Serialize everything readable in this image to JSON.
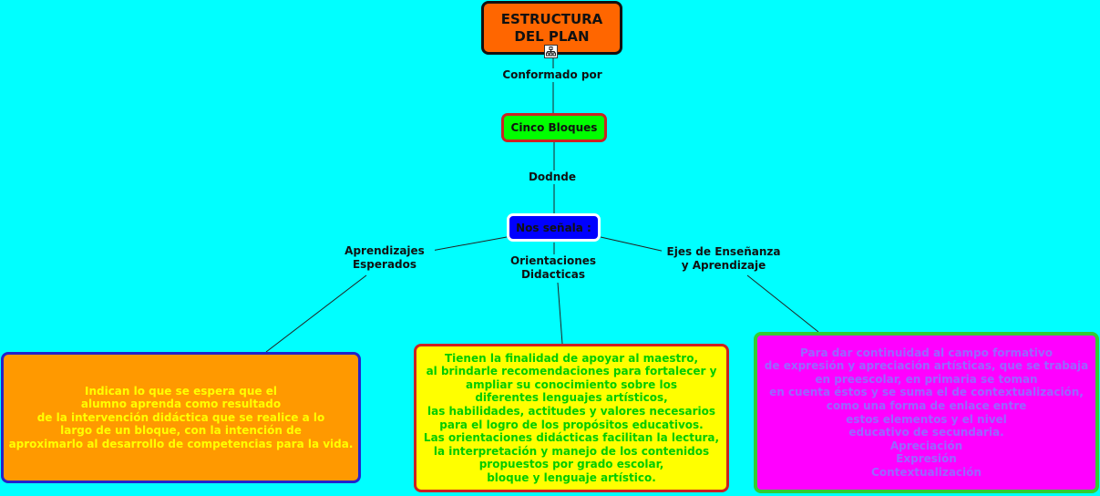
{
  "root": {
    "title": "ESTRUCTURA\nDEL PLAN"
  },
  "links": {
    "conformado": "Conformado por",
    "dodnde": "Dodnde",
    "aprendizajes": "Aprendizajes\nEsperados",
    "orientaciones": "Orientaciones\nDidacticas",
    "ejes": "Ejes de Enseñanza\ny Aprendizaje"
  },
  "nodes": {
    "cinco_bloques": "Cinco Bloques",
    "nos_senala": "Nos señala :",
    "aprendizajes_text": "Indican lo que se espera que el\nalumno aprenda como resultado\nde la intervención didáctica que se realice a lo\nlargo de un bloque, con la intención de\naproximarlo al desarrollo de competencias para la vida.",
    "orientaciones_text": "Tienen la finalidad de apoyar al maestro,\nal brindarle recomendaciones para fortalecer y\nampliar su conocimiento sobre los\ndiferentes lenguajes artísticos,\nlas habilidades, actitudes y valores necesarios\npara el logro de los propósitos educativos.\nLas orientaciones didácticas facilitan la lectura,\nla interpretación y manejo de los contenidos\npropuestos por grado escolar,\nbloque y lenguaje artístico.",
    "ejes_text": "Para dar continuidad al campo formativo\nde expresión y apreciación artísticas, que se trabaja\nen preescolar, en primaria se toman\nen cuenta éstos y se suma el de contextualización,\ncomo una forma de enlace entre\nestos elementos y el nivel\neducativo de secundaria.\nApreciación\nExpresión\nContextualización"
  },
  "icons": {
    "expand": "hierarchy-icon"
  },
  "colors": {
    "background": "#00ffff",
    "root_fill": "#ff6600",
    "bloques_fill": "#00ff00",
    "senala_fill": "#0000ff",
    "aprendizajes_fill": "#ff9900",
    "orientaciones_fill": "#ffff00",
    "ejes_fill": "#ff00ff"
  }
}
